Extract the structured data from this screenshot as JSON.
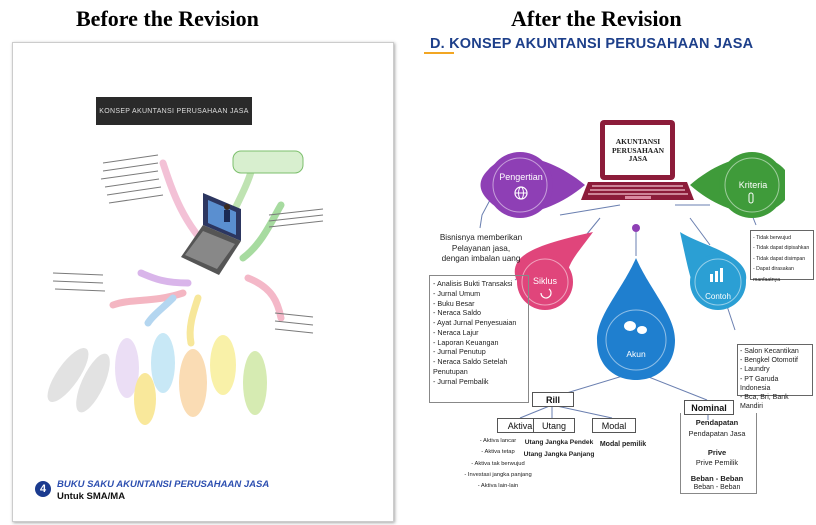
{
  "headers": {
    "before": "Before the Revision",
    "after": "After the Revision"
  },
  "left_page": {
    "title_box": "KONSEP AKUNTANSI PERUSAHAAN JASA",
    "page_number": "4",
    "footer_title": "BUKU SAKU AKUNTANSI PERUSAHAAN JASA",
    "footer_subtitle": "Untuk SMA/MA"
  },
  "right_page": {
    "title": "D. KONSEP AKUNTANSI PERUSAHAAN JASA",
    "laptop_label": "AKUNTANSI\nPERUSAHAAN JASA",
    "pengertian": {
      "label": "Pengertian",
      "text": "Bisnisnya memberikan\nPelayanan jasa,\ndengan imbalan uang"
    },
    "kriteria": {
      "label": "Kriteria",
      "items": "- Tidak berwujud\n- Tidak dapat dipisahkan\n- Tidak dapat disimpan\n- Dapat dirasakan manfaatnya"
    },
    "siklus": {
      "label": "Siklus",
      "items": "- Analisis Bukti Transaksi\n- Jurnal Umum\n- Buku Besar\n- Neraca Saldo\n- Ayat Jurnal Penyesuaian\n- Neraca Lajur\n- Laporan Keuangan\n- Jurnal Penutup\n- Neraca Saldo Setelah Penutupan\n- Jurnal Pembalik"
    },
    "contoh": {
      "label": "Contoh",
      "items": "- Salon Kecantikan\n- Bengkel Otomotif\n- Laundry\n- PT Garuda Indonesia\n- Bca, Bri, Bank Mandiri"
    },
    "akun": {
      "label": "Akun"
    },
    "rill": {
      "label": "Rill",
      "aktiva": {
        "label": "Aktiva",
        "items": "- Aktiva lancar\n- Aktiva tetap\n- Aktiva tak berwujud\n- Investasi jangka panjang\n- Aktiva lain-lain"
      },
      "utang": {
        "label": "Utang",
        "items": "Utang Jangka Pendek\nUtang Jangka Panjang"
      },
      "modal": {
        "label": "Modal",
        "items": "Modal pemilik"
      }
    },
    "nominal": {
      "label": "Nominal",
      "pendapatan": {
        "label": "Pendapatan",
        "sub": "Pendapatan Jasa"
      },
      "prive": {
        "label": "Prive",
        "sub": "Prive Pemilik"
      },
      "beban": {
        "label": "Beban - Beban",
        "sub": "Beban - Beban"
      }
    }
  },
  "colors": {
    "purple": "#8e3fb5",
    "pink": "#e0457b",
    "green": "#3f9b3a",
    "teal": "#2b9fd4",
    "navy": "#1d3f8a",
    "maroon": "#8c1c3a"
  }
}
